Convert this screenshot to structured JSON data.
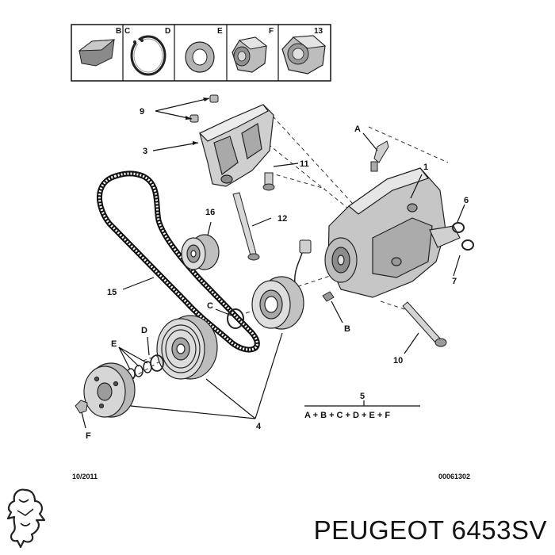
{
  "legend": [
    {
      "code": "B",
      "part": "key"
    },
    {
      "code": "C",
      "part": "circlip"
    },
    {
      "code": "D",
      "part": "shim-washer"
    },
    {
      "code": "E",
      "part": "washer"
    },
    {
      "code": "F",
      "part": "nut"
    },
    {
      "code": "13",
      "part": "nut"
    }
  ],
  "callouts": {
    "n1": "1",
    "n3": "3",
    "n4": "4",
    "n5": "5",
    "n6": "6",
    "n7": "7",
    "n9": "9",
    "n10": "10",
    "n11": "11",
    "n12": "12",
    "n15": "15",
    "n16": "16",
    "A": "A",
    "B": "B",
    "C": "C",
    "D": "D",
    "E": "E",
    "F": "F"
  },
  "kit_formula": "A + B + C + D + E + F",
  "footer": {
    "date": "10/2011",
    "ref": "00061302"
  },
  "brand": "PEUGEOT 6453SV"
}
